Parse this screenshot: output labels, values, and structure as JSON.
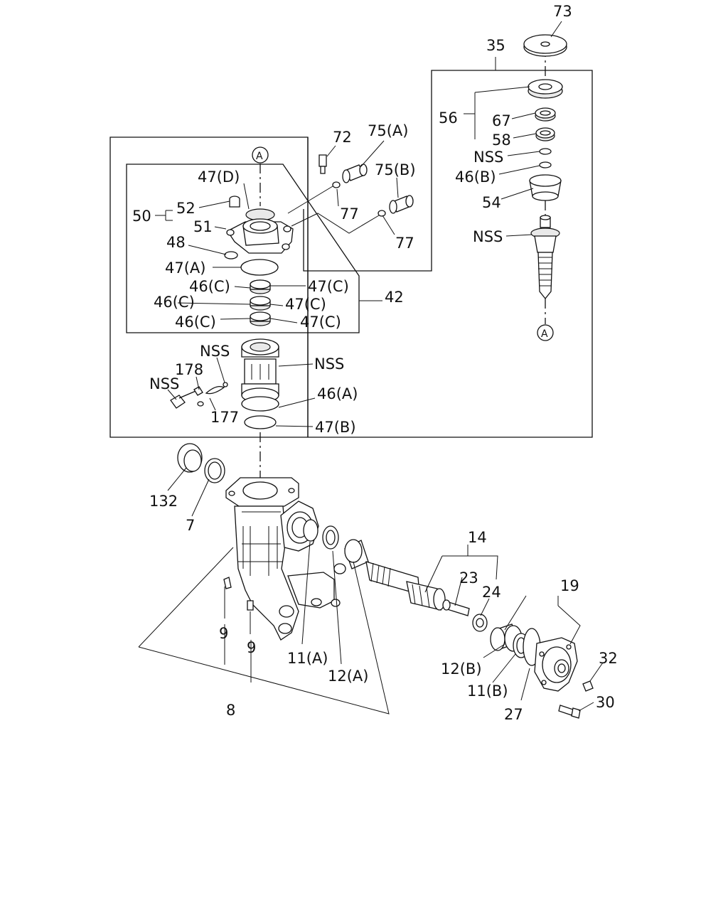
{
  "labels": {
    "l73": "73",
    "l35": "35",
    "l56": "56",
    "l67": "67",
    "l58": "58",
    "lNSS1": "NSS",
    "l46B": "46(B)",
    "l54": "54",
    "lNSS2": "NSS",
    "lA2": "A",
    "l72": "72",
    "l75A": "75(A)",
    "l75B": "75(B)",
    "l77a": "77",
    "l77b": "77",
    "lA1": "A",
    "l47D": "47(D)",
    "l52": "52",
    "l50": "50",
    "l51": "51",
    "l48": "48",
    "l47A": "47(A)",
    "l46Ca": "46(C)",
    "l47Ca": "47(C)",
    "l46Cb": "46(C)",
    "l47Cb": "47(C)",
    "l42": "42",
    "l46Cc": "46(C)",
    "l47Cc": "47(C)",
    "lNSS3": "NSS",
    "lNSS4": "NSS",
    "l178": "178",
    "lNSS5": "NSS",
    "l177": "177",
    "l46A": "46(A)",
    "l47B": "47(B)",
    "l132": "132",
    "l7": "7",
    "l14": "14",
    "l23": "23",
    "l24": "24",
    "l19": "19",
    "l9a": "9",
    "l9b": "9",
    "l11A": "11(A)",
    "l12A": "12(A)",
    "l12B": "12(B)",
    "l11B": "11(B)",
    "l27": "27",
    "l32": "32",
    "l30": "30",
    "l8": "8"
  }
}
